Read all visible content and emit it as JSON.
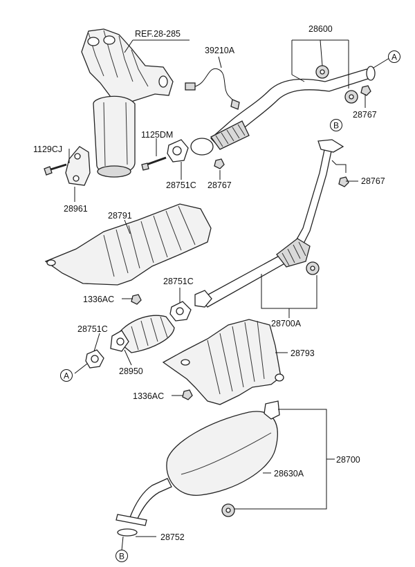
{
  "labels": {
    "ref": "REF.28-285",
    "sensor": "39210A",
    "hangers_top": "28600",
    "conn_a_top": "A",
    "nut_top_right": "28767",
    "conn_b_top": "B",
    "nut_right": "28767",
    "bolt_left": "1129CJ",
    "stud": "1125DM",
    "gasket_top": "28751C",
    "nut_mid": "28767",
    "bracket": "28961",
    "heat_shield_front": "28791",
    "nut_shield_front": "1336AC",
    "gasket_mid": "28751C",
    "gasket_left": "28751C",
    "conn_a_bottom": "A",
    "catalytic": "28950",
    "center_pipe": "28700A",
    "heat_shield_rear": "28793",
    "nut_shield_rear": "1336AC",
    "muffler": "28630A",
    "muffler_assy": "28700",
    "gasket_bottom": "28752",
    "conn_b_bottom": "B"
  }
}
